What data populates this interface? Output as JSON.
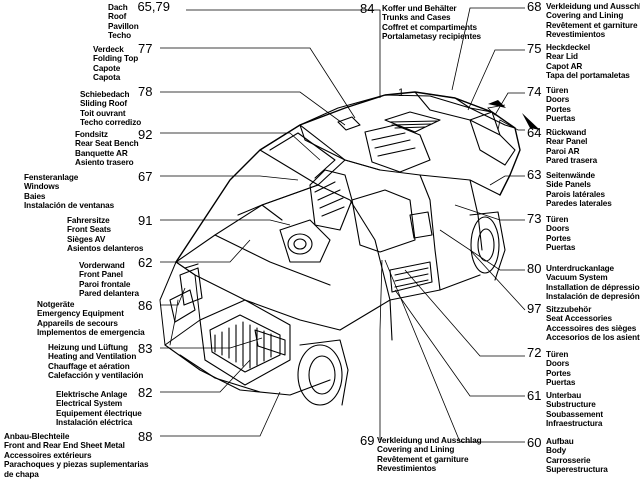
{
  "callouts": [
    {
      "id": "c6579",
      "number": "65,79",
      "lines": [
        "Dach",
        "Roof",
        "Pavillon",
        "Techo"
      ]
    },
    {
      "id": "c77",
      "number": "77",
      "lines": [
        "Verdeck",
        "Folding Top",
        "Capote",
        "Capota"
      ]
    },
    {
      "id": "c78",
      "number": "78",
      "lines": [
        "Schiebedach",
        "Sliding Roof",
        "Toit ouvrant",
        "Techo corredizo"
      ]
    },
    {
      "id": "c92",
      "number": "92",
      "lines": [
        "Fondsitz",
        "Rear Seat Bench",
        "Banquette AR",
        "Asiento trasero"
      ]
    },
    {
      "id": "c67",
      "number": "67",
      "lines": [
        "Fensteranlage",
        "Windows",
        "Baies",
        "Instalación de ventanas"
      ]
    },
    {
      "id": "c91",
      "number": "91",
      "lines": [
        "Fahrersitze",
        "Front Seats",
        "Sièges AV",
        "Asientos delanteros"
      ]
    },
    {
      "id": "c62",
      "number": "62",
      "lines": [
        "Vorderwand",
        "Front Panel",
        "Paroi frontale",
        "Pared delantera"
      ]
    },
    {
      "id": "c86",
      "number": "86",
      "lines": [
        "Notgeräte",
        "Emergency Equipment",
        "Appareils de secours",
        "Implementos de emergencia"
      ]
    },
    {
      "id": "c83",
      "number": "83",
      "lines": [
        "Heizung und Lüftung",
        "Heating and Ventilation",
        "Chauffage et aération",
        "Calefacción y ventilación"
      ]
    },
    {
      "id": "c82",
      "number": "82",
      "lines": [
        "Elektrische Anlage",
        "Electrical System",
        "Equipement électrique",
        "Instalación eléctrica"
      ]
    },
    {
      "id": "c88",
      "number": "88",
      "lines": [
        "Anbau-Blechteile",
        "Front and Rear End Sheet Metal",
        "Accessoires extérieurs",
        "Parachoques y piezas suplementarias",
        "de chapa"
      ]
    },
    {
      "id": "c84",
      "number": "84",
      "lines": [
        "Koffer und Behälter",
        "Trunks and Cases",
        "Coffret et compartiments",
        "Portalametasy recipientes"
      ]
    },
    {
      "id": "c68",
      "number": "68",
      "lines": [
        "Verkleidung und Ausschlag",
        "Covering and Lining",
        "Revêtement et garniture",
        "Revestimientos"
      ]
    },
    {
      "id": "c75",
      "number": "75",
      "lines": [
        "Heckdeckel",
        "Rear Lid",
        "Capot AR",
        "Tapa del portamaletas"
      ]
    },
    {
      "id": "c74",
      "number": "74",
      "lines": [
        "Türen",
        "Doors",
        "Portes",
        "Puertas"
      ]
    },
    {
      "id": "c64",
      "number": "64",
      "lines": [
        "Rückwand",
        "Rear Panel",
        "Paroi AR",
        "Pared trasera"
      ]
    },
    {
      "id": "c63",
      "number": "63",
      "lines": [
        "Seitenwände",
        "Side Panels",
        "Parois latérales",
        "Paredes laterales"
      ]
    },
    {
      "id": "c73",
      "number": "73",
      "lines": [
        "Türen",
        "Doors",
        "Portes",
        "Puertas"
      ]
    },
    {
      "id": "c80",
      "number": "80",
      "lines": [
        "Unterdruckanlage",
        "Vacuum System",
        "Installation de dépression",
        "Instalación de depresión"
      ]
    },
    {
      "id": "c97",
      "number": "97",
      "lines": [
        "Sitzzubehör",
        "Seat Accessories",
        "Accessoires des sièges",
        "Accesorios de los asientos"
      ]
    },
    {
      "id": "c72",
      "number": "72",
      "lines": [
        "Türen",
        "Doors",
        "Portes",
        "Puertas"
      ]
    },
    {
      "id": "c61",
      "number": "61",
      "lines": [
        "Unterbau",
        "Substructure",
        "Soubassement",
        "Infraestructura"
      ]
    },
    {
      "id": "c69",
      "number": "69",
      "lines": [
        "Verkleidung und Ausschlag",
        "Covering and Lining",
        "Revêtement et garniture",
        "Revestimientos"
      ]
    },
    {
      "id": "c60",
      "number": "60",
      "lines": [
        "Aufbau",
        "Body",
        "Carrosserie",
        "Superestructura"
      ]
    }
  ],
  "marker": "1"
}
